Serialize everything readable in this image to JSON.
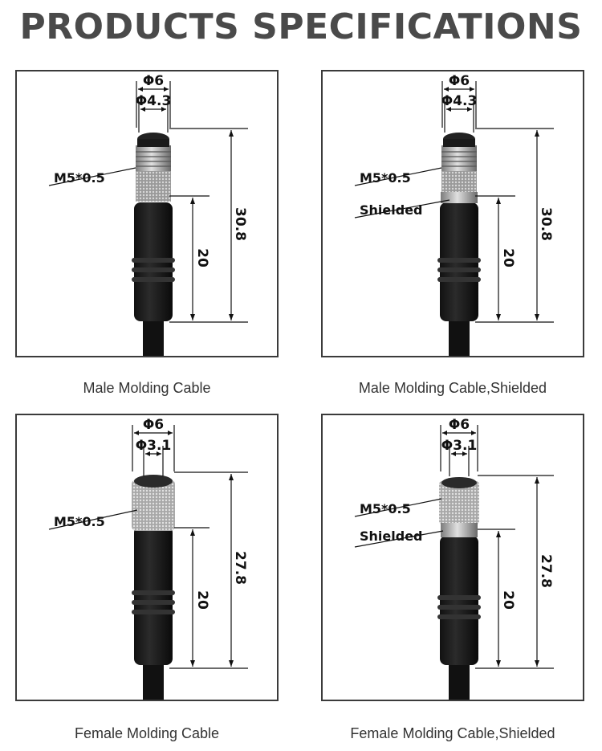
{
  "title": "PRODUCTS SPECIFICATIONS",
  "panels": [
    {
      "caption": "Male Molding Cable",
      "outer_dia": "Φ6",
      "inner_dia": "Φ4.3",
      "thread": "M5*0.5",
      "total_length": "30.8",
      "body_length": "20"
    },
    {
      "caption": "Male Molding Cable,Shielded",
      "outer_dia": "Φ6",
      "inner_dia": "Φ4.3",
      "thread": "M5*0.5",
      "shield": "Shielded",
      "total_length": "30.8",
      "body_length": "20"
    },
    {
      "caption": "Female Molding Cable",
      "outer_dia": "Φ6",
      "inner_dia": "Φ3.1",
      "thread": "M5*0.5",
      "total_length": "27.8",
      "body_length": "20"
    },
    {
      "caption": "Female Molding Cable,Shielded",
      "outer_dia": "Φ6",
      "inner_dia": "Φ3.1",
      "thread": "M5*0.5",
      "shield": "Shielded",
      "total_length": "27.8",
      "body_length": "20"
    }
  ]
}
